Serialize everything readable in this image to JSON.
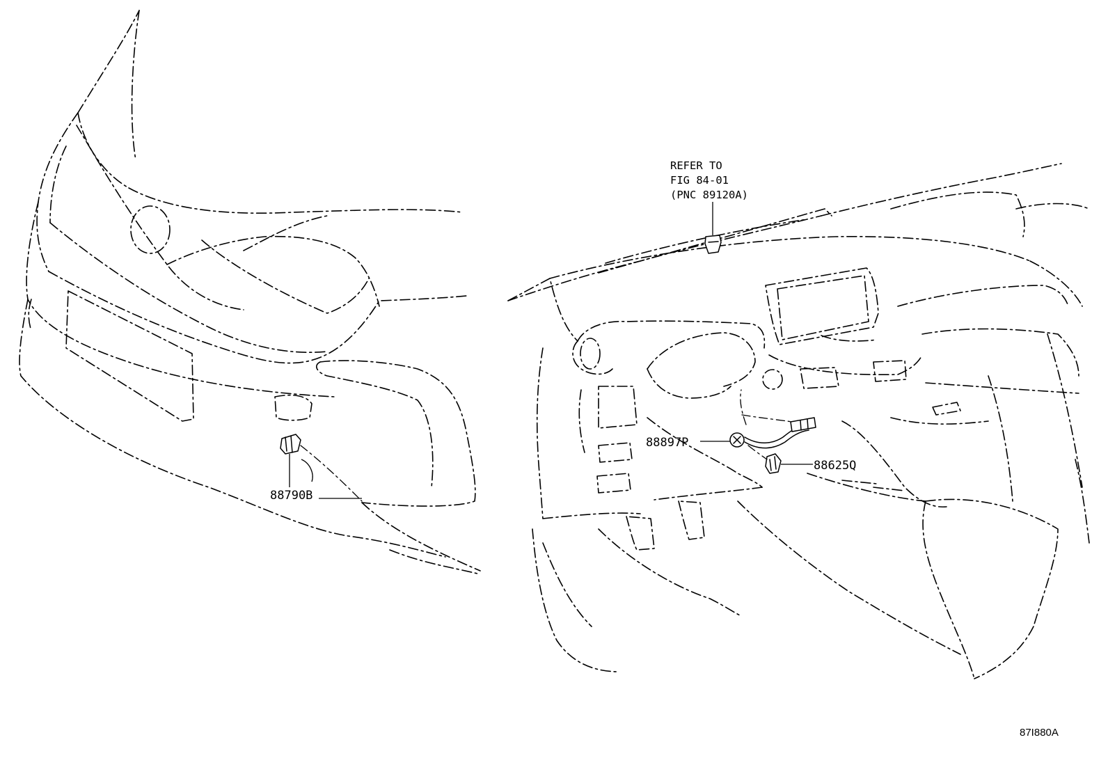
{
  "callouts": {
    "part_88790b": "88790B",
    "part_88897p": "88897P",
    "part_88625q": "88625Q"
  },
  "reference_note": {
    "line1": "REFER TO",
    "line2": "FIG 84-01",
    "line3": "(PNC 89120A)"
  },
  "figure_id": "87I880A"
}
